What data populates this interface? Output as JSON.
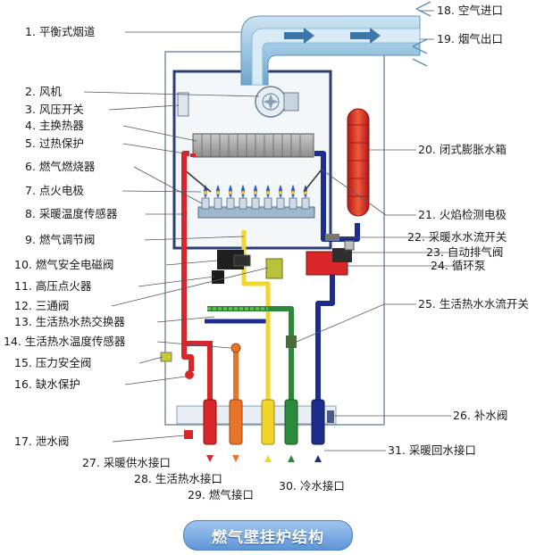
{
  "caption": "燃气壁挂炉结构",
  "labels_left": [
    {
      "id": "1",
      "text": "1. 平衡式烟道"
    },
    {
      "id": "2",
      "text": "2. 风机"
    },
    {
      "id": "3",
      "text": "3. 风压开关"
    },
    {
      "id": "4",
      "text": "4. 主换热器"
    },
    {
      "id": "5",
      "text": "5. 过热保护"
    },
    {
      "id": "6",
      "text": "6. 燃气燃烧器"
    },
    {
      "id": "7",
      "text": "7. 点火电极"
    },
    {
      "id": "8",
      "text": "8. 采暖温度传感器"
    },
    {
      "id": "9",
      "text": "9. 燃气调节阀"
    },
    {
      "id": "10",
      "text": "10. 燃气安全电磁阀"
    },
    {
      "id": "11",
      "text": "11. 高压点火器"
    },
    {
      "id": "12",
      "text": "12. 三通阀"
    },
    {
      "id": "13",
      "text": "13. 生活热水热交换器"
    },
    {
      "id": "14",
      "text": "14. 生活热水温度传感器"
    },
    {
      "id": "15",
      "text": "15. 压力安全阀"
    },
    {
      "id": "16",
      "text": "16. 缺水保护"
    },
    {
      "id": "17",
      "text": "17. 泄水阀"
    }
  ],
  "labels_right": [
    {
      "id": "18",
      "text": "18. 空气进口"
    },
    {
      "id": "19",
      "text": "19. 烟气出口"
    },
    {
      "id": "20",
      "text": "20. 闭式膨胀水箱"
    },
    {
      "id": "21",
      "text": "21. 火焰检测电极"
    },
    {
      "id": "22",
      "text": "22. 采暖水水流开关"
    },
    {
      "id": "23",
      "text": "23. 自动排气阀"
    },
    {
      "id": "24",
      "text": "24. 循环泵"
    },
    {
      "id": "25",
      "text": "25. 生活热水水流开关"
    },
    {
      "id": "26",
      "text": "26. 补水阀"
    },
    {
      "id": "31",
      "text": "31. 采暖回水接口"
    }
  ],
  "labels_bottom": [
    {
      "id": "27",
      "text": "27. 采暖供水接口"
    },
    {
      "id": "28",
      "text": "28. 生活热水接口"
    },
    {
      "id": "29",
      "text": "29. 燃气接口"
    },
    {
      "id": "30",
      "text": "30. 冷水接口"
    }
  ],
  "colors": {
    "heating_supply": "#d8262a",
    "hot_water": "#e8732a",
    "gas": "#f2d52a",
    "cold_water": "#2a8a3a",
    "heating_return": "#1c2e8c",
    "flue": "#8fc0de",
    "frame": "#7a8fa6"
  }
}
